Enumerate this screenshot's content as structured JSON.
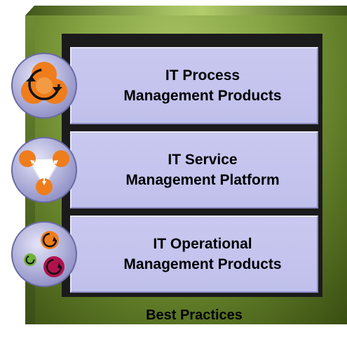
{
  "layers": [
    {
      "line1": "IT Process",
      "line2": "Management Products",
      "icon": "orange-cycle-icon"
    },
    {
      "line1": "IT Service",
      "line2": "Management Platform",
      "icon": "service-triangle-icon"
    },
    {
      "line1": "IT Operational",
      "line2": "Management Products",
      "icon": "operations-cycles-icon"
    }
  ],
  "footer": {
    "label": "Best Practices"
  },
  "colors": {
    "frame_green": "#86a443",
    "frame_dark": "#34470f",
    "layer_fill": "#c4c4ee",
    "emblem_orange": "#ef7d1c",
    "emblem_magenta": "#b0124e",
    "emblem_green": "#6fb23a",
    "emblem_disc": "#a6a6d4"
  }
}
